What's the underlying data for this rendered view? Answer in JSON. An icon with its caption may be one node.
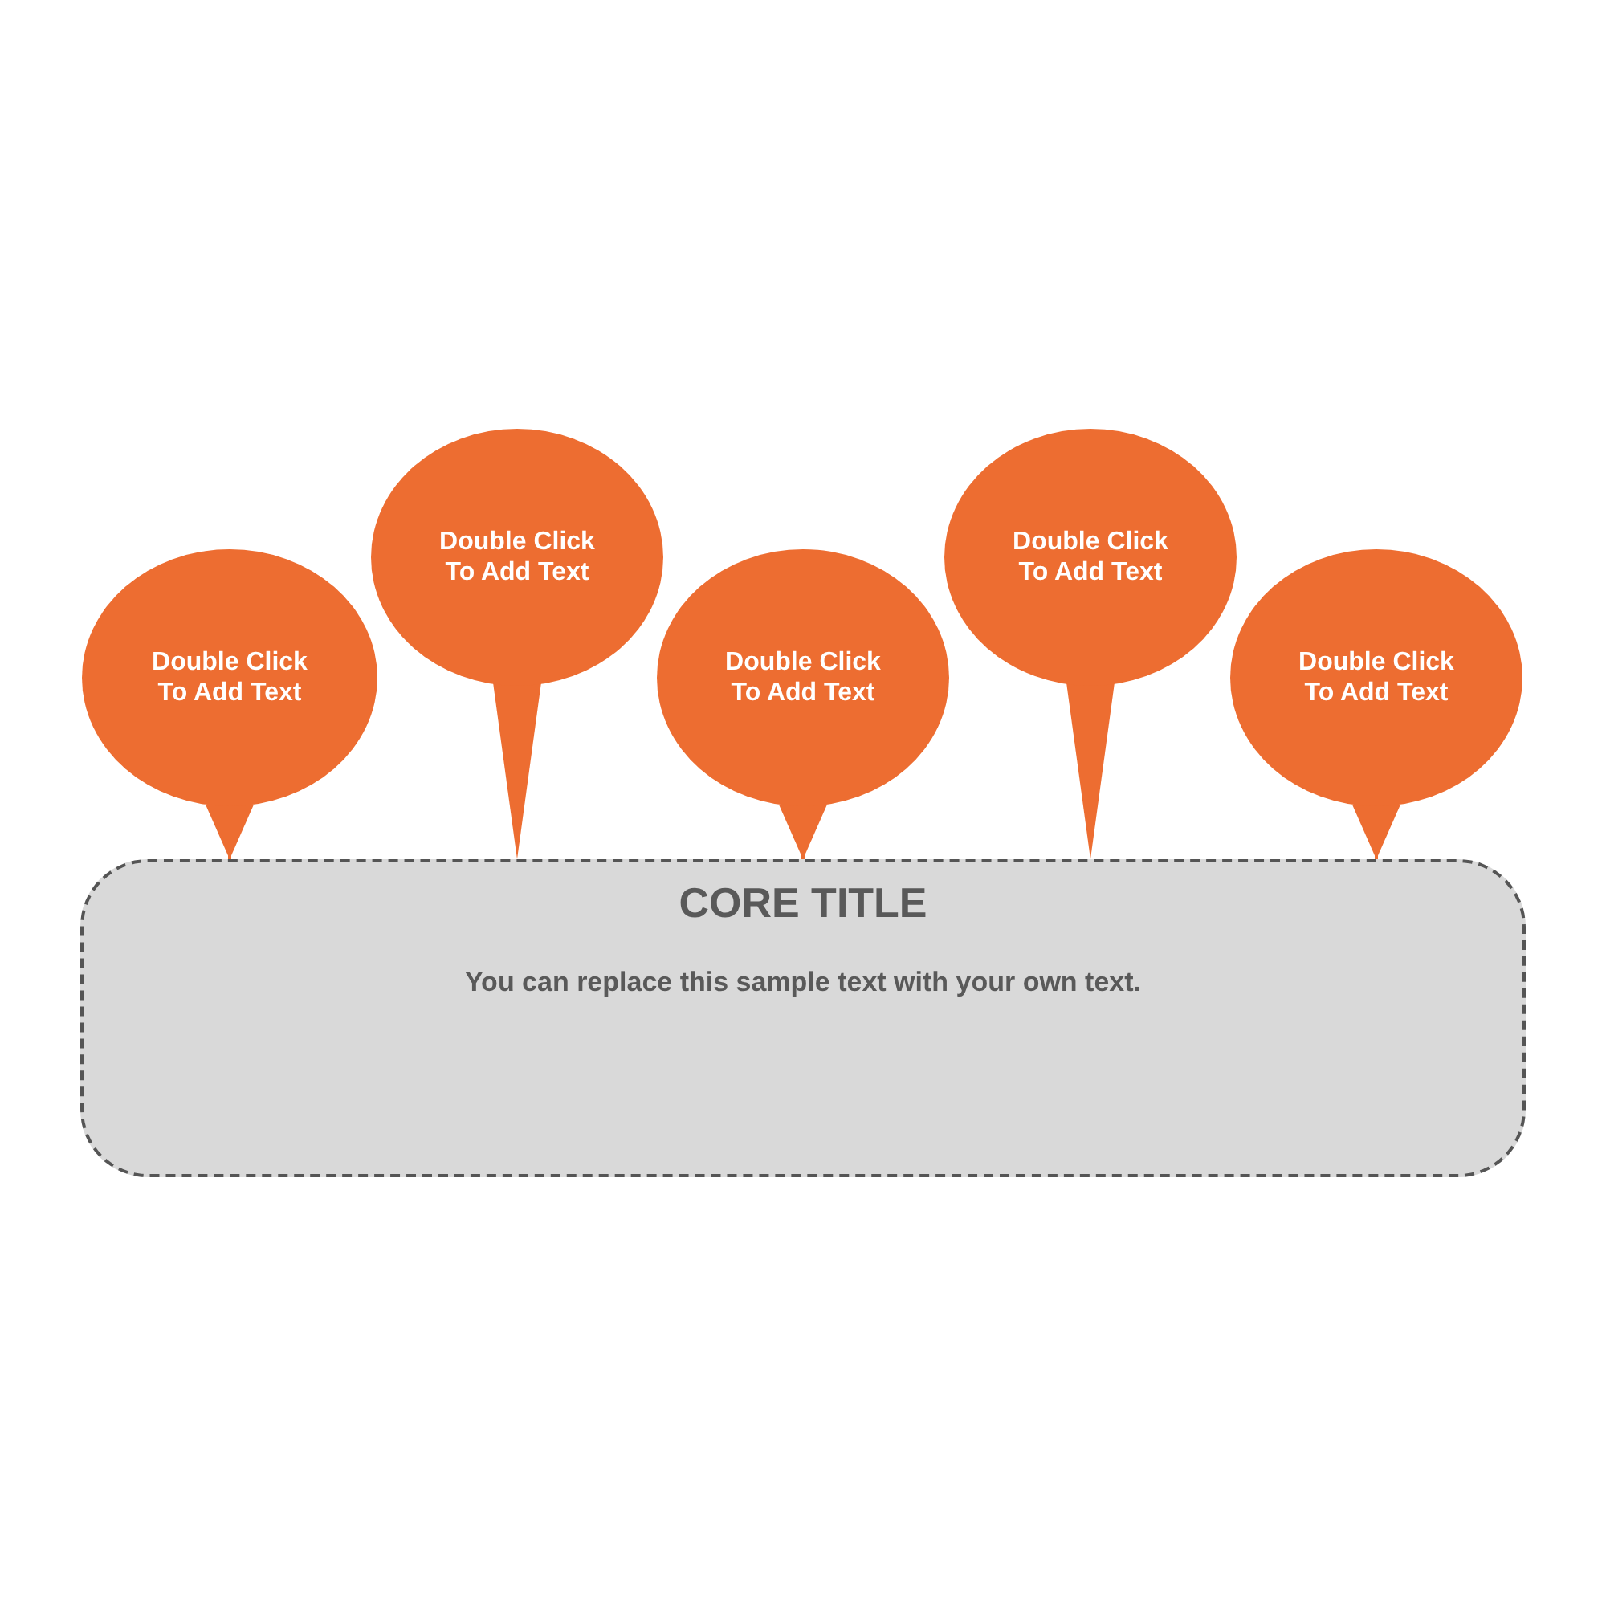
{
  "diagram": {
    "nodes": [
      {
        "text": [
          "CORE TITLE",
          "You can replace this sample text with your own text."
        ]
      },
      {
        "text": [
          "Double Click To Add Text"
        ]
      },
      {
        "text": [
          "Double Click To Add Text"
        ]
      },
      {
        "text": [
          "Double Click To Add Text"
        ]
      },
      {
        "text": [
          "Double Click To Add Text"
        ]
      },
      {
        "text": [
          "Double Click To Add Text"
        ]
      }
    ],
    "edges": [
      {
        "from": 1,
        "to": 0,
        "arrow": "to"
      },
      {
        "from": 2,
        "to": 0,
        "arrow": "none"
      },
      {
        "from": 3,
        "to": 0,
        "arrow": "to"
      },
      {
        "from": 4,
        "to": 0,
        "arrow": "none"
      },
      {
        "from": 5,
        "to": 0,
        "arrow": "to"
      }
    ]
  }
}
